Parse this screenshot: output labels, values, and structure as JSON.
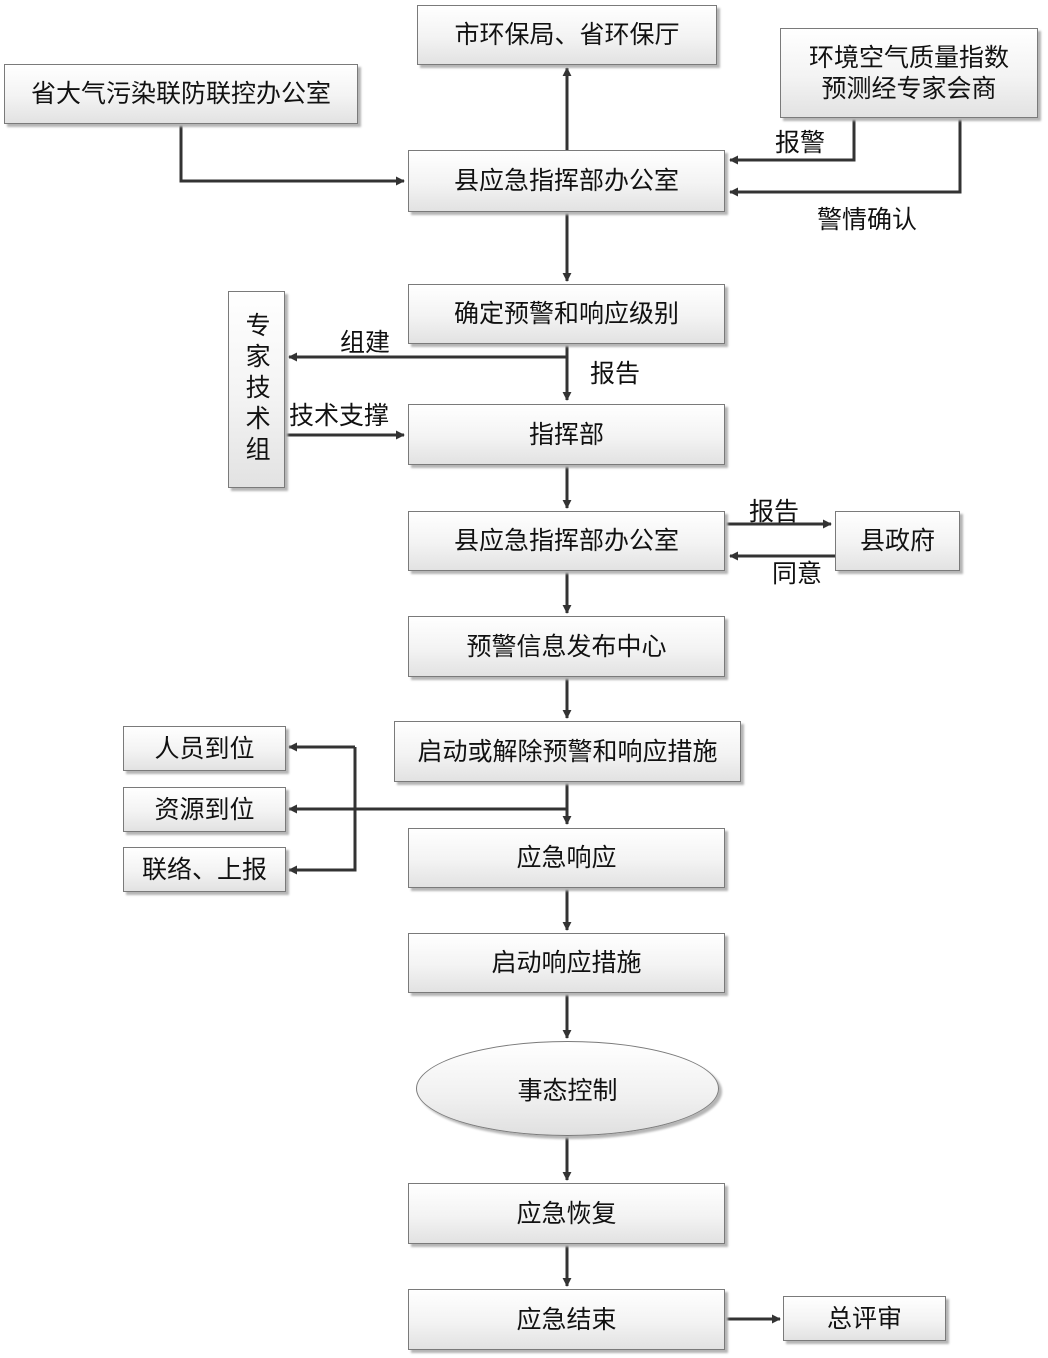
{
  "nodes": {
    "city_env": "市环保局、省环保厅",
    "aqi_forecast": "环境空气质量指数预测经专家会商",
    "provincial_office": "省大气污染联防联控办公室",
    "county_office_1": "县应急指挥部办公室",
    "determine_level": "确定预警和响应级别",
    "expert_group": "专家技术组",
    "command": "指挥部",
    "county_office_2": "县应急指挥部办公室",
    "county_gov": "县政府",
    "publish_center": "预警信息发布中心",
    "start_or_cancel": "启动或解除预警和响应措施",
    "personnel": "人员到位",
    "resources": "资源到位",
    "liaison": "联络、上报",
    "emergency_response": "应急响应",
    "start_measures": "启动响应措施",
    "situation_control": "事态控制",
    "recovery": "应急恢复",
    "end": "应急结束",
    "review": "总评审"
  },
  "labels": {
    "alarm": "报警",
    "alert_confirm": "警情确认",
    "build": "组建",
    "report_1": "报告",
    "tech_support": "技术支撑",
    "report_2": "报告",
    "agree": "同意"
  }
}
